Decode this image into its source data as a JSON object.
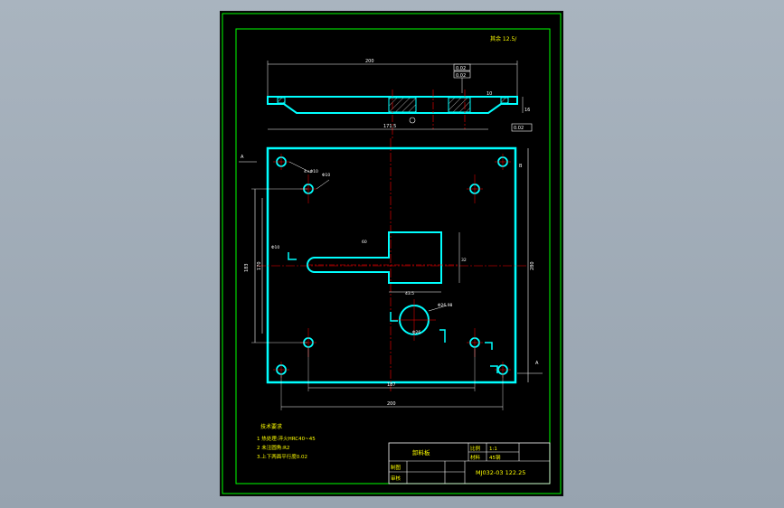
{
  "drawing": {
    "corner_note": "其余 12.5/",
    "title_block": {
      "part_name": "卸料板",
      "scale_label": "比例",
      "scale_value": "1:1",
      "material_label": "材料",
      "material_value": "45钢",
      "drawn_label": "制图",
      "checked_label": "审核",
      "drawing_number": "MJ032-03 122.25"
    },
    "tech_requirements": {
      "title": "技术要求",
      "items": [
        "1  热处理:淬火HRC40~45",
        "2  未注圆角:R2",
        "3.上下两面平行度0.02"
      ]
    },
    "dimensions": {
      "top_view_width": "200",
      "side_view_width": "171.5",
      "overall_width": "200",
      "inner_width": "187",
      "height_left_outer": "183",
      "height_left_inner": "170",
      "height_right": "280",
      "slot_width": "60",
      "slot_depth": "32",
      "bottom_slot_width": "43.5",
      "hole_callout": "4×Φ10",
      "circle_dia": "Φ26",
      "circle_callout": "Φ26.98",
      "small_hole": "Φ10",
      "side_height": "16",
      "side_thickness": "10",
      "tolerance_box_1": "0.02",
      "tolerance_box_2": "0.02",
      "datum_a": "A",
      "datum_b": "B",
      "section_mark": "A"
    }
  }
}
